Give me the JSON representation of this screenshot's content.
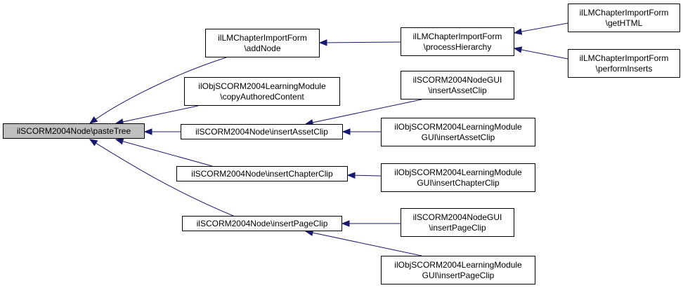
{
  "colors": {
    "edge": "#191970",
    "root_fill": "#bfbfbf",
    "node_fill": "#ffffff",
    "border": "#000000"
  },
  "nodes": {
    "pasteTree": {
      "lines": [
        "ilSCORM2004Node\\pasteTree"
      ]
    },
    "addNode": {
      "lines": [
        "ilLMChapterImportForm",
        "\\addNode"
      ]
    },
    "copyAuthoredContent": {
      "lines": [
        "ilObjSCORM2004LearningModule",
        "\\copyAuthoredContent"
      ]
    },
    "insertAssetClip": {
      "lines": [
        "ilSCORM2004Node\\insertAssetClip"
      ]
    },
    "insertChapterClip": {
      "lines": [
        "ilSCORM2004Node\\insertChapterClip"
      ]
    },
    "insertPageClip": {
      "lines": [
        "ilSCORM2004Node\\insertPageClip"
      ]
    },
    "processHierarchy": {
      "lines": [
        "ilLMChapterImportForm",
        "\\processHierarchy"
      ]
    },
    "nodeGuiAsset": {
      "lines": [
        "ilSCORM2004NodeGUI",
        "\\insertAssetClip"
      ]
    },
    "lmGuiAsset": {
      "lines": [
        "ilObjSCORM2004LearningModule",
        "GUI\\insertAssetClip"
      ]
    },
    "lmGuiChapter": {
      "lines": [
        "ilObjSCORM2004LearningModule",
        "GUI\\insertChapterClip"
      ]
    },
    "nodeGuiPage": {
      "lines": [
        "ilSCORM2004NodeGUI",
        "\\insertPageClip"
      ]
    },
    "lmGuiPage": {
      "lines": [
        "ilObjSCORM2004LearningModule",
        "GUI\\insertPageClip"
      ]
    },
    "getHTML": {
      "lines": [
        "ilLMChapterImportForm",
        "\\getHTML"
      ]
    },
    "performInserts": {
      "lines": [
        "ilLMChapterImportForm",
        "\\performInserts"
      ]
    }
  },
  "edges": [
    {
      "from": "addNode",
      "to": "pasteTree"
    },
    {
      "from": "copyAuthoredContent",
      "to": "pasteTree"
    },
    {
      "from": "insertAssetClip",
      "to": "pasteTree"
    },
    {
      "from": "insertChapterClip",
      "to": "pasteTree"
    },
    {
      "from": "insertPageClip",
      "to": "pasteTree"
    },
    {
      "from": "processHierarchy",
      "to": "addNode"
    },
    {
      "from": "nodeGuiAsset",
      "to": "insertAssetClip"
    },
    {
      "from": "lmGuiAsset",
      "to": "insertAssetClip"
    },
    {
      "from": "lmGuiChapter",
      "to": "insertChapterClip"
    },
    {
      "from": "nodeGuiPage",
      "to": "insertPageClip"
    },
    {
      "from": "lmGuiPage",
      "to": "insertPageClip"
    },
    {
      "from": "getHTML",
      "to": "processHierarchy"
    },
    {
      "from": "performInserts",
      "to": "processHierarchy"
    }
  ]
}
